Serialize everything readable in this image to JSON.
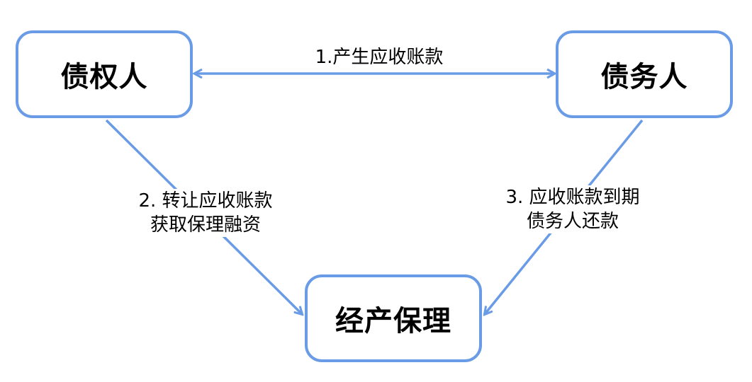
{
  "colors": {
    "node_border": "#6a9be6",
    "arrow": "#6a9be6",
    "text": "#000000",
    "background": "#ffffff"
  },
  "nodes": {
    "creditor": {
      "label": "债权人"
    },
    "debtor": {
      "label": "债务人"
    },
    "factoring": {
      "label": "经产保理"
    }
  },
  "edges": {
    "creditor_debtor": {
      "label": "1.产生应收账款",
      "direction": "bidirectional"
    },
    "creditor_factoring": {
      "line1": "2. 转让应收账款",
      "line2": "获取保理融资",
      "direction": "to-factoring"
    },
    "debtor_factoring": {
      "line1": "3. 应收账款到期",
      "line2": "债务人还款",
      "direction": "to-factoring"
    }
  }
}
